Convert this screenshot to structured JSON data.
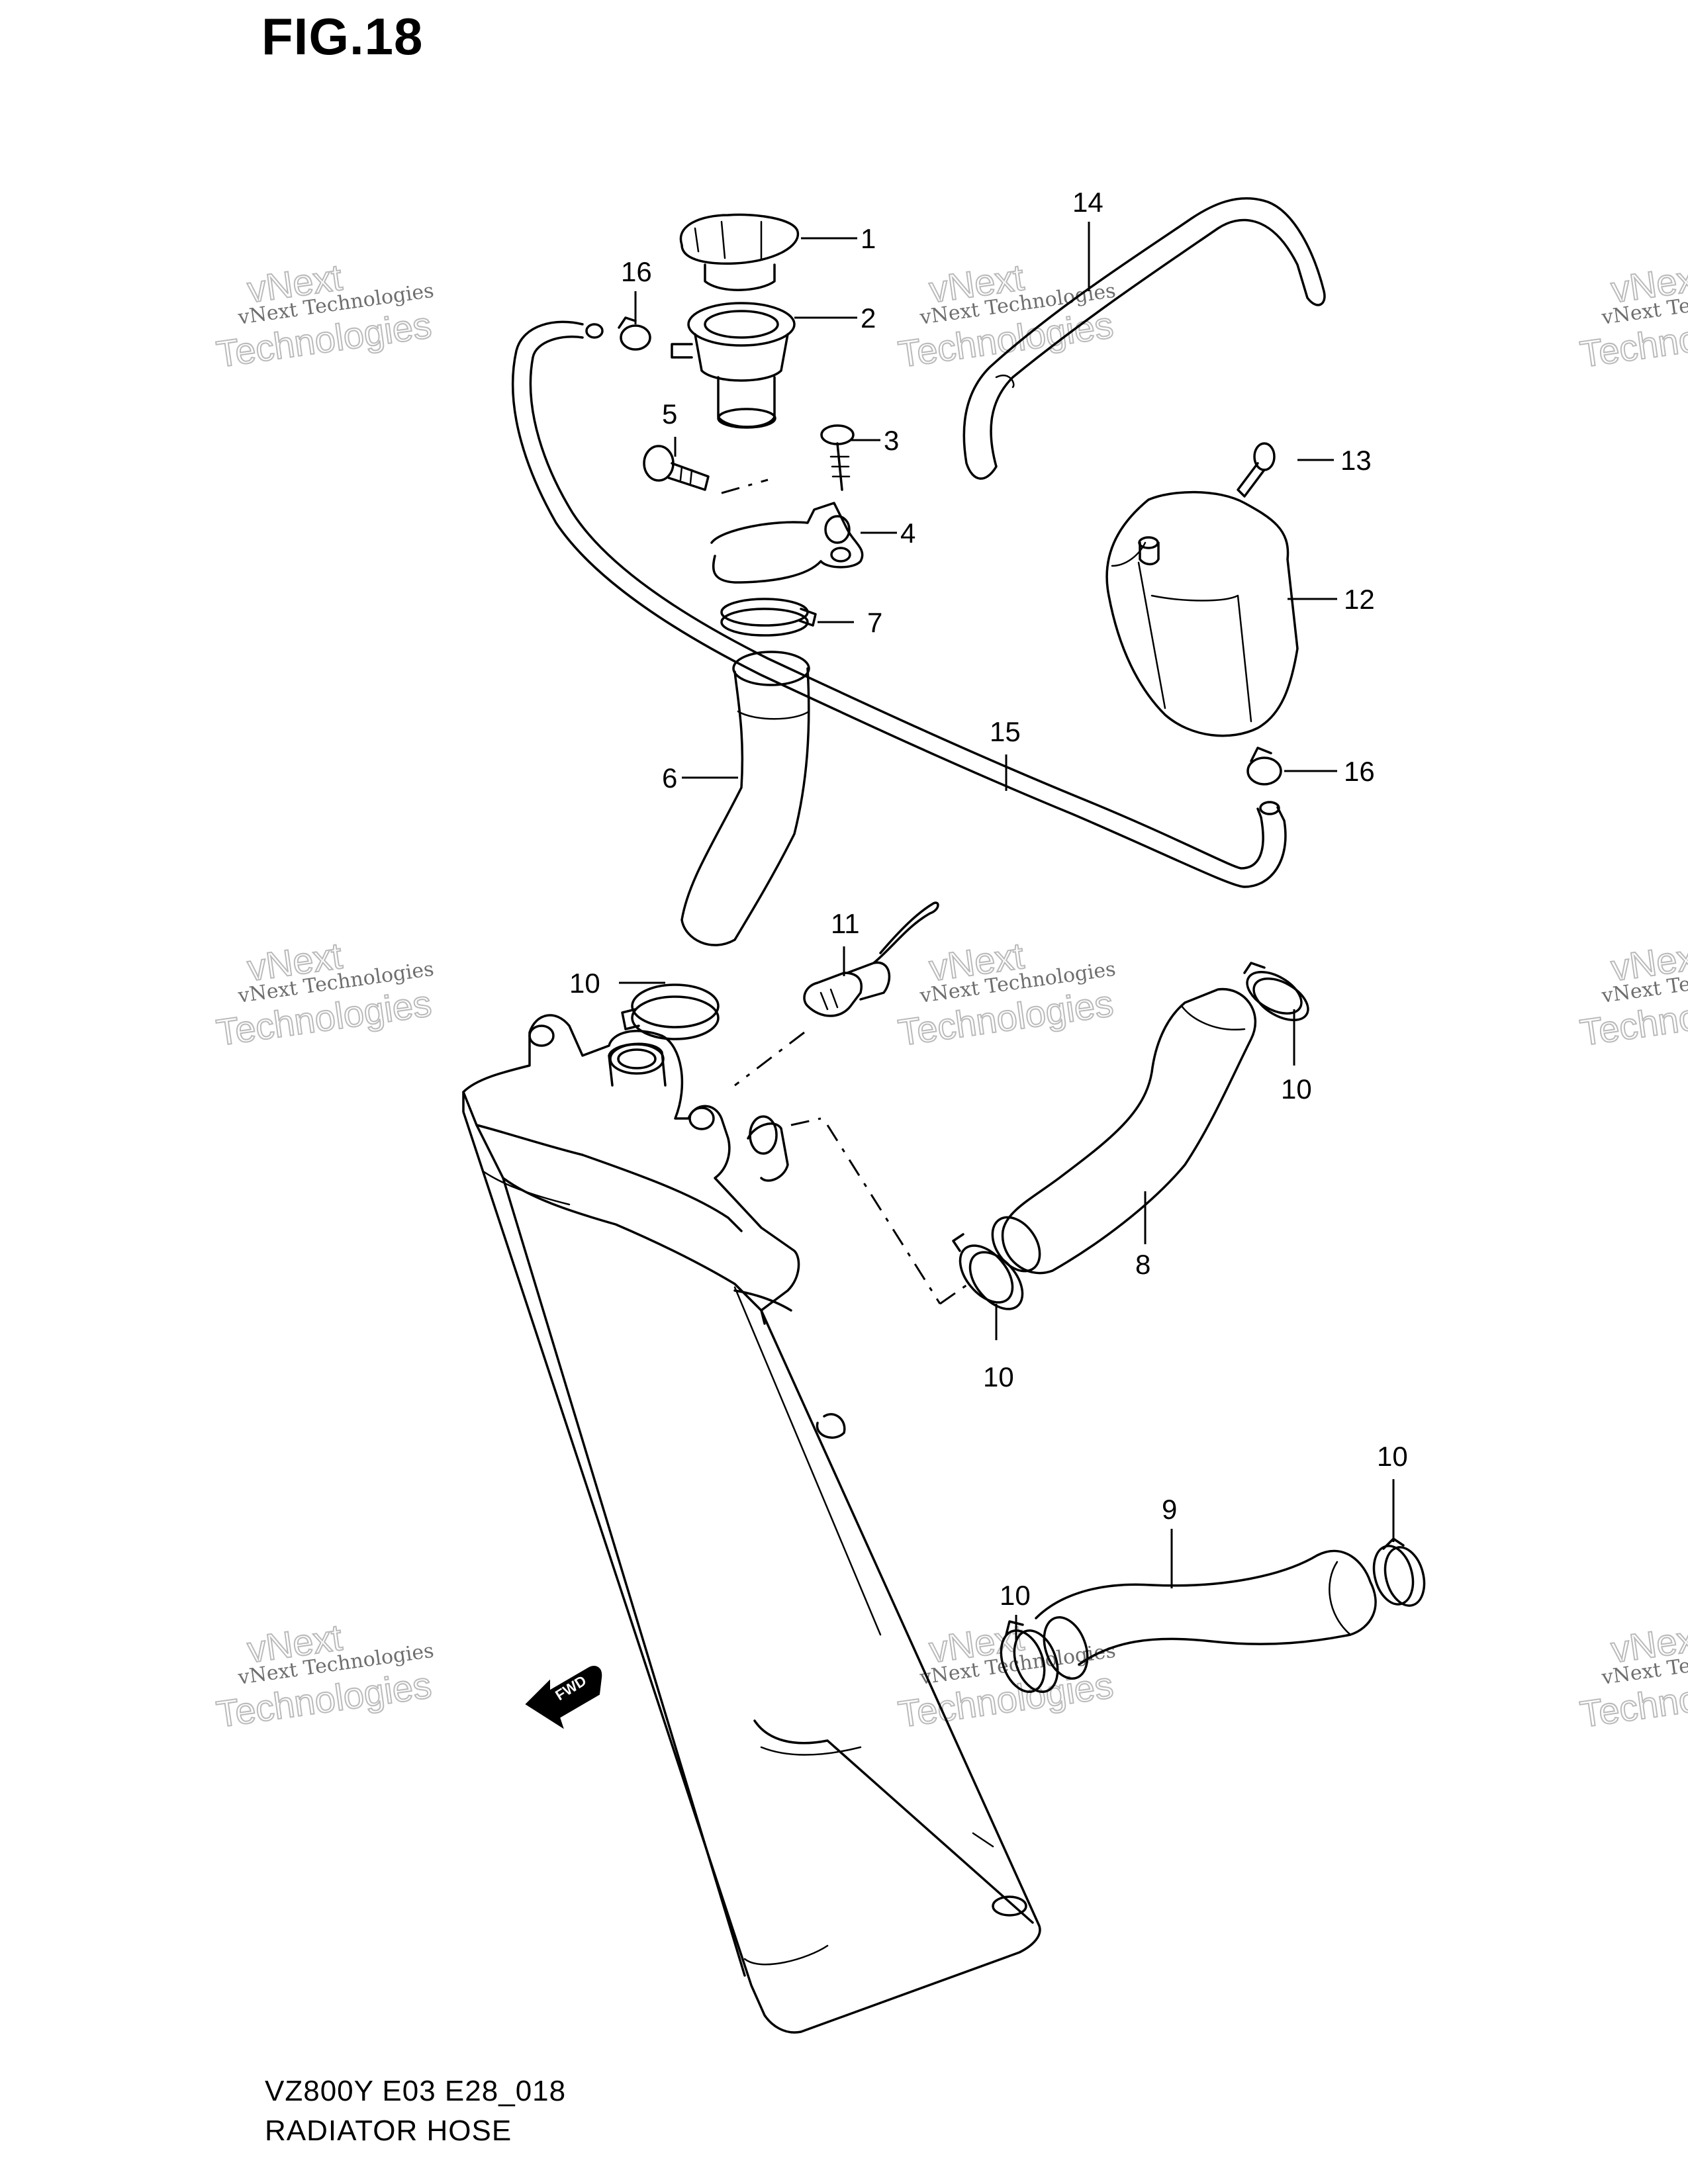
{
  "figure_title": "FIG.18",
  "footer": {
    "code": "VZ800Y E03 E28_018",
    "name": "RADIATOR HOSE"
  },
  "callouts": {
    "c1": "1",
    "c2": "2",
    "c3": "3",
    "c4": "4",
    "c5": "5",
    "c6": "6",
    "c7": "7",
    "c8": "8",
    "c9": "9",
    "c10a": "10",
    "c10b": "10",
    "c10c": "10",
    "c10d": "10",
    "c10e": "10",
    "c11": "11",
    "c12": "12",
    "c13": "13",
    "c14": "14",
    "c15": "15",
    "c16a": "16",
    "c16b": "16"
  },
  "fwd_label": "FWD",
  "watermark": {
    "line1": "vNext Technologies",
    "line2": "vNext",
    "line3": "Technologies"
  }
}
